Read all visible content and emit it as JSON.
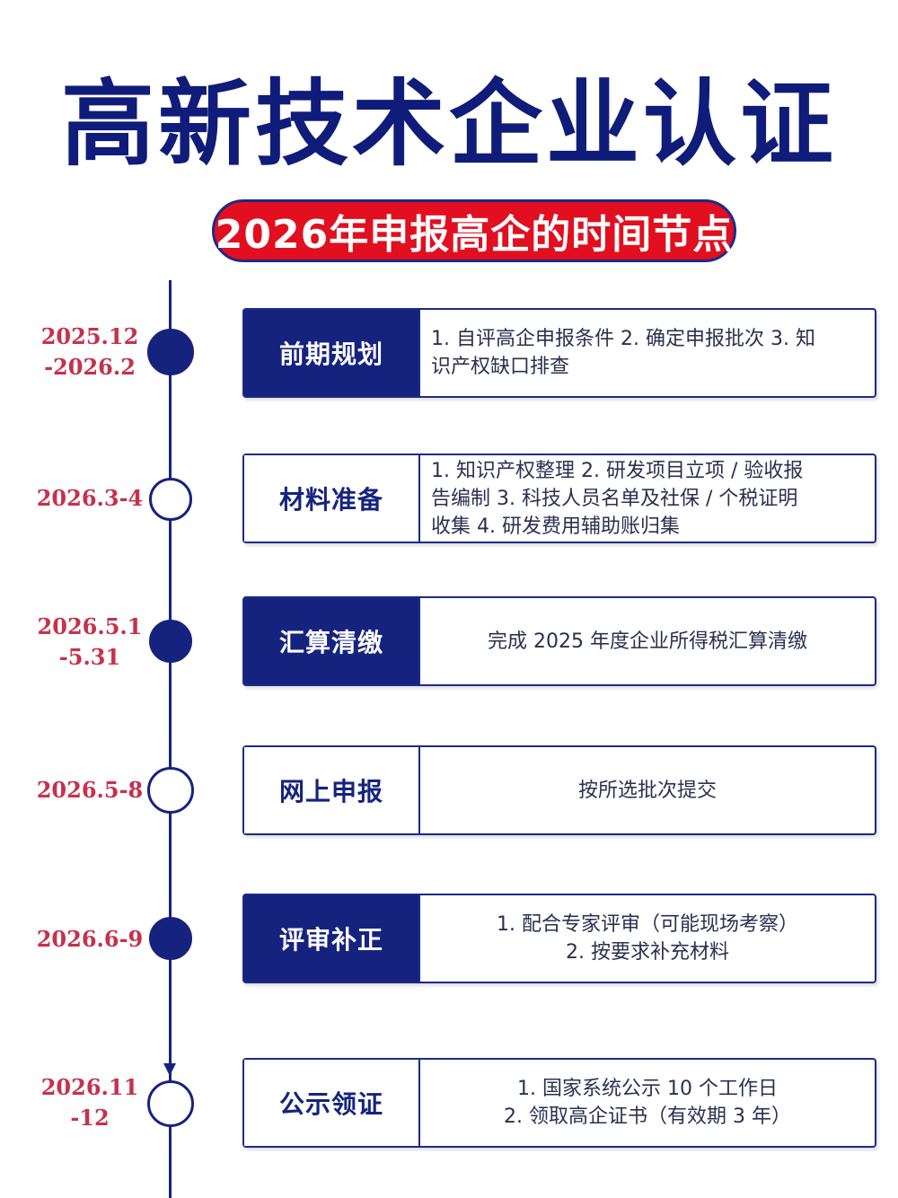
{
  "header": {
    "title": "高新技术企业认证",
    "subtitle": "2026年申报高企的时间节点"
  },
  "colors": {
    "navy": "#16237e",
    "red": "#e10f1f",
    "date_red": "#c6314b"
  },
  "stages": [
    {
      "date": "2025.12\n-2026.2",
      "label": "前期规划",
      "style": "dark",
      "node": "filled",
      "desc": "1. 自评高企申报条件  2. 确定申报批次  3. 知\n识产权缺口排查"
    },
    {
      "date": "2026.3-4",
      "label": "材料准备",
      "style": "light",
      "node": "hollow",
      "desc": "1. 知识产权整理  2. 研发项目立项 / 验收报\n告编制  3. 科技人员名单及社保 / 个税证明\n收集  4. 研发费用辅助账归集"
    },
    {
      "date": "2026.5.1\n-5.31",
      "label": "汇算清缴",
      "style": "dark",
      "node": "filled",
      "desc": "完成 2025 年度企业所得税汇算清缴"
    },
    {
      "date": "2026.5-8",
      "label": "网上申报",
      "style": "light",
      "node": "hollow",
      "desc": "按所选批次提交"
    },
    {
      "date": "2026.6-9",
      "label": "评审补正",
      "style": "dark",
      "node": "filled",
      "desc": "1. 配合专家评审（可能现场考察）\n2. 按要求补充材料"
    },
    {
      "date": "2026.11\n-12",
      "label": "公示领证",
      "style": "light",
      "node": "hollow",
      "desc": "1. 国家系统公示 10 个工作日\n2. 领取高企证书（有效期 3 年）"
    }
  ]
}
